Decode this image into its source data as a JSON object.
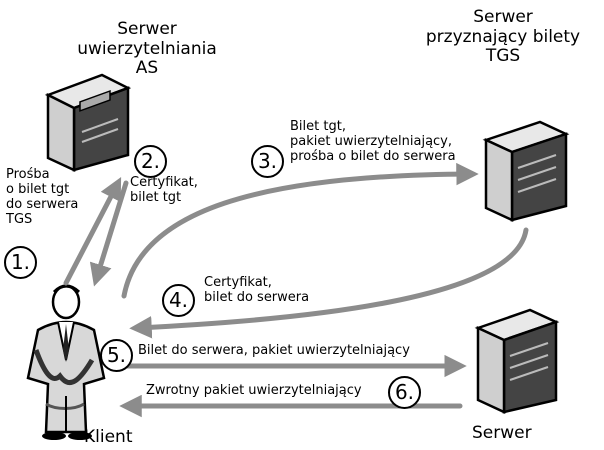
{
  "nodes": {
    "as": {
      "title": "Serwer\nuwierzytelniania\nAS"
    },
    "tgs": {
      "title": "Serwer\nprzyznający bilety\nTGS"
    },
    "server": {
      "title": "Serwer"
    },
    "client": {
      "title": "Klient"
    }
  },
  "steps": [
    {
      "number": "1.",
      "label": "Prośba\no bilet tgt\ndo serwera\nTGS"
    },
    {
      "number": "2.",
      "label": "Certyfikat,\nbilet tgt"
    },
    {
      "number": "3.",
      "label": "Bilet tgt,\npakiet uwierzytelniający,\nprośba o bilet do serwera"
    },
    {
      "number": "4.",
      "label": "Certyfikat,\nbilet do serwera"
    },
    {
      "number": "5.",
      "label": "Bilet do serwera, pakiet uwierzytelniający"
    },
    {
      "number": "6.",
      "label": "Zwrotny pakiet uwierzytelniający"
    }
  ],
  "colors": {
    "arrow": "#8c8c8c",
    "computer_light": "#d9d9d9",
    "computer_dark": "#6e6e6e",
    "ink": "#000000"
  },
  "icons": [
    "server-computer-icon",
    "tgs-computer-icon",
    "target-server-computer-icon",
    "client-person-icon"
  ]
}
